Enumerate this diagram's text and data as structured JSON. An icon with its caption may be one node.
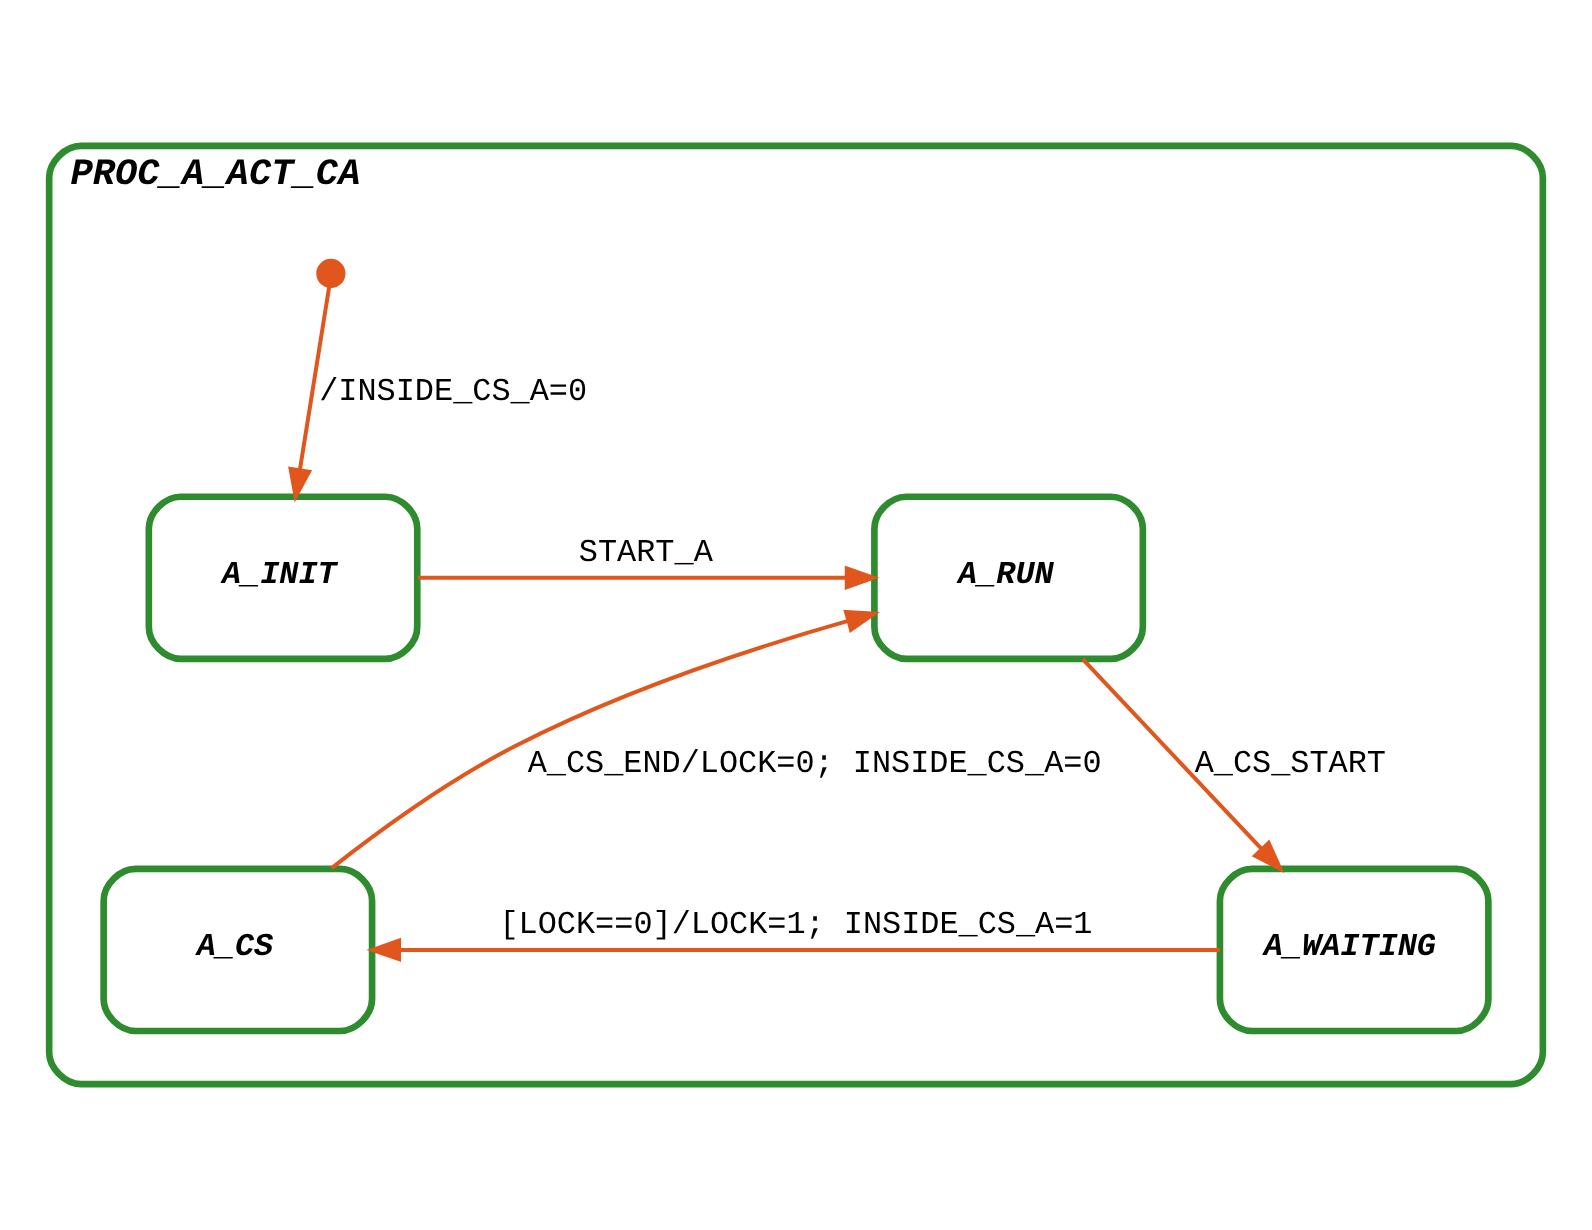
{
  "diagram": {
    "nodes": [
      {
        "text": [
          "PROC_A_ACT_CA"
        ]
      },
      {
        "text": [],
        "shape": "circle",
        "in": 0
      },
      {
        "text": [
          "A_INIT"
        ],
        "in": 0
      },
      {
        "text": [
          "A_RUN"
        ],
        "in": 0
      },
      {
        "text": [
          "A_WAITING"
        ],
        "in": 0
      },
      {
        "text": [
          "A_CS"
        ],
        "in": 0
      }
    ],
    "edges": [
      {
        "from": 1,
        "to": 2,
        "arrow": "to",
        "label": "/INSIDE_CS_A=0"
      },
      {
        "from": 2,
        "to": 3,
        "arrow": "to",
        "label": "START_A"
      },
      {
        "from": 3,
        "to": 4,
        "arrow": "to",
        "label": "A_CS_START"
      },
      {
        "from": 4,
        "to": 5,
        "arrow": "to",
        "label": "[LOCK==0]/LOCK=1; INSIDE_CS_A=1"
      },
      {
        "from": 5,
        "to": 3,
        "arrow": "to",
        "label": "A_CS_END/LOCK=0; INSIDE_CS_A=0"
      }
    ]
  }
}
